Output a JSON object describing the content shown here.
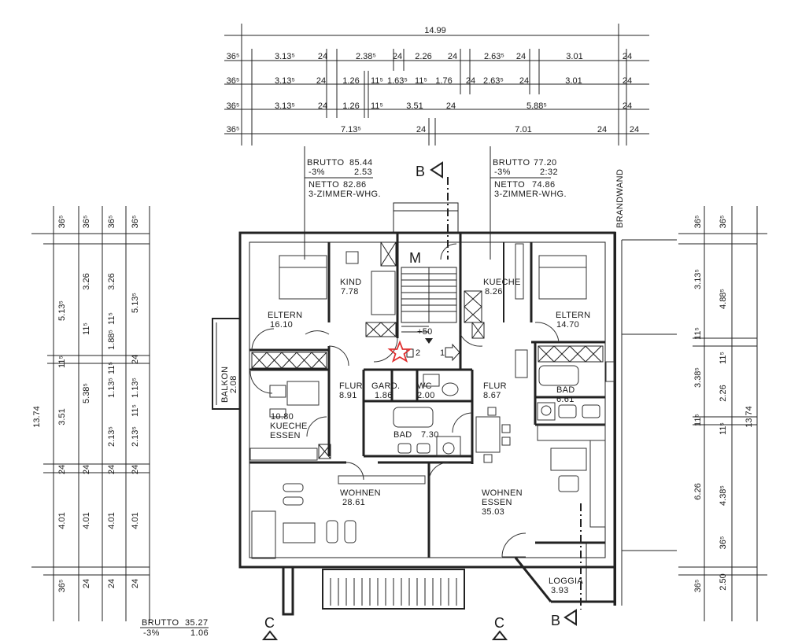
{
  "top_dimensions": {
    "total": "14.99",
    "row1": [
      "36⁵",
      "3.13⁵",
      "24",
      "2.38⁵",
      "24",
      "2.26",
      "24",
      "2.63⁵",
      "24",
      "3.01",
      "24"
    ],
    "row2": [
      "36⁵",
      "3.13⁵",
      "24",
      "1.26",
      "11⁵",
      "1.63⁵",
      "11⁵",
      "1.76",
      "24",
      "2.63⁵",
      "24",
      "3.01",
      "24"
    ],
    "row3": [
      "36⁵",
      "3.13⁵",
      "24",
      "1.26",
      "11⁵",
      "3.51",
      "24",
      "5.88⁵",
      "24"
    ],
    "row4": [
      "36⁵",
      "7.13⁵",
      "24",
      "7.01",
      "24",
      "24"
    ]
  },
  "left_dimensions": {
    "total": "13.74",
    "col1": [
      "36⁵",
      "5.13⁵",
      "11⁵",
      "3.51",
      "24",
      "4.01",
      "36⁵"
    ],
    "col2": [
      "36⁵",
      "3.26",
      "11⁵",
      "5.38⁵",
      "24",
      "4.01",
      "24"
    ],
    "col3": [
      "36⁵",
      "3.26",
      "1.88⁵",
      "11⁵",
      "1.13⁵",
      "11⁵",
      "2.13⁵",
      "24",
      "4.01",
      "24"
    ],
    "col4": [
      "36⁵",
      "5.13⁵",
      "24",
      "1.13⁵",
      "11⁵",
      "2.13⁵",
      "24",
      "4.01",
      "24"
    ]
  },
  "right_dimensions": {
    "total": "13.74",
    "col1": [
      "36⁵",
      "3.13⁵",
      "11⁵",
      "3.38⁵",
      "11⁵",
      "6.26",
      "36⁵"
    ],
    "col2": [
      "36⁵",
      "4.88⁵",
      "11⁵",
      "2.26",
      "11⁵",
      "4.38⁵",
      "36⁵",
      "2.50"
    ]
  },
  "unit_left": {
    "brutto_label": "BRUTTO",
    "brutto": "85.44",
    "minus_label": "-3%",
    "minus": "2.53",
    "netto_label": "NETTO",
    "netto": "82.86",
    "type": "3-ZIMMER-WHG."
  },
  "unit_right": {
    "brutto_label": "BRUTTO",
    "brutto": "77.20",
    "minus_label": "-3%",
    "minus": "2:32",
    "netto_label": "NETTO",
    "netto": "74.86",
    "type": "3-ZIMMER-WHG."
  },
  "unit_bottom": {
    "brutto_label": "BRUTTO",
    "brutto": "35.27",
    "minus_label": "-3%",
    "minus": "1.06"
  },
  "rooms": {
    "eltern_left": {
      "name": "ELTERN",
      "area": "16.10"
    },
    "kind": {
      "name": "KIND",
      "area": "7.78"
    },
    "kueche_right": {
      "name": "KUECHE",
      "area": "8.26"
    },
    "eltern_right": {
      "name": "ELTERN",
      "area": "14.70"
    },
    "balkon": {
      "name": "BALKON",
      "area": "2.08"
    },
    "kueche_essen": {
      "area": "10.80",
      "name1": "KUECHE",
      "name2": "ESSEN"
    },
    "flur_left": {
      "name": "FLUR",
      "area": "8.91"
    },
    "gard": {
      "name": "GARD.",
      "area": "1.86"
    },
    "wc": {
      "name": "WC",
      "area": "2.00"
    },
    "flur_right": {
      "name": "FLUR",
      "area": "8.67"
    },
    "bad_right": {
      "name": "BAD",
      "area": "6.61"
    },
    "bad_center": {
      "name": "BAD",
      "area": "7.30"
    },
    "wohnen_left": {
      "name": "WOHNEN",
      "area": "28.61"
    },
    "wohnen_essen": {
      "name1": "WOHNEN",
      "name2": "ESSEN",
      "area": "35.03"
    },
    "loggia": {
      "name": "LOGGIA",
      "area": "3.93"
    }
  },
  "stair": {
    "label": "M",
    "level": "+50",
    "num_left": "2",
    "num_right": "1"
  },
  "section_marks": {
    "b_top": "B",
    "b_bottom": "B",
    "c_left": "C",
    "c_right": "C"
  },
  "brandwand": "BRANDWAND",
  "star_color": "#e03030",
  "icons": [
    "star-icon",
    "section-triangle-icon",
    "arrow-right-icon",
    "arrow-down-icon"
  ]
}
